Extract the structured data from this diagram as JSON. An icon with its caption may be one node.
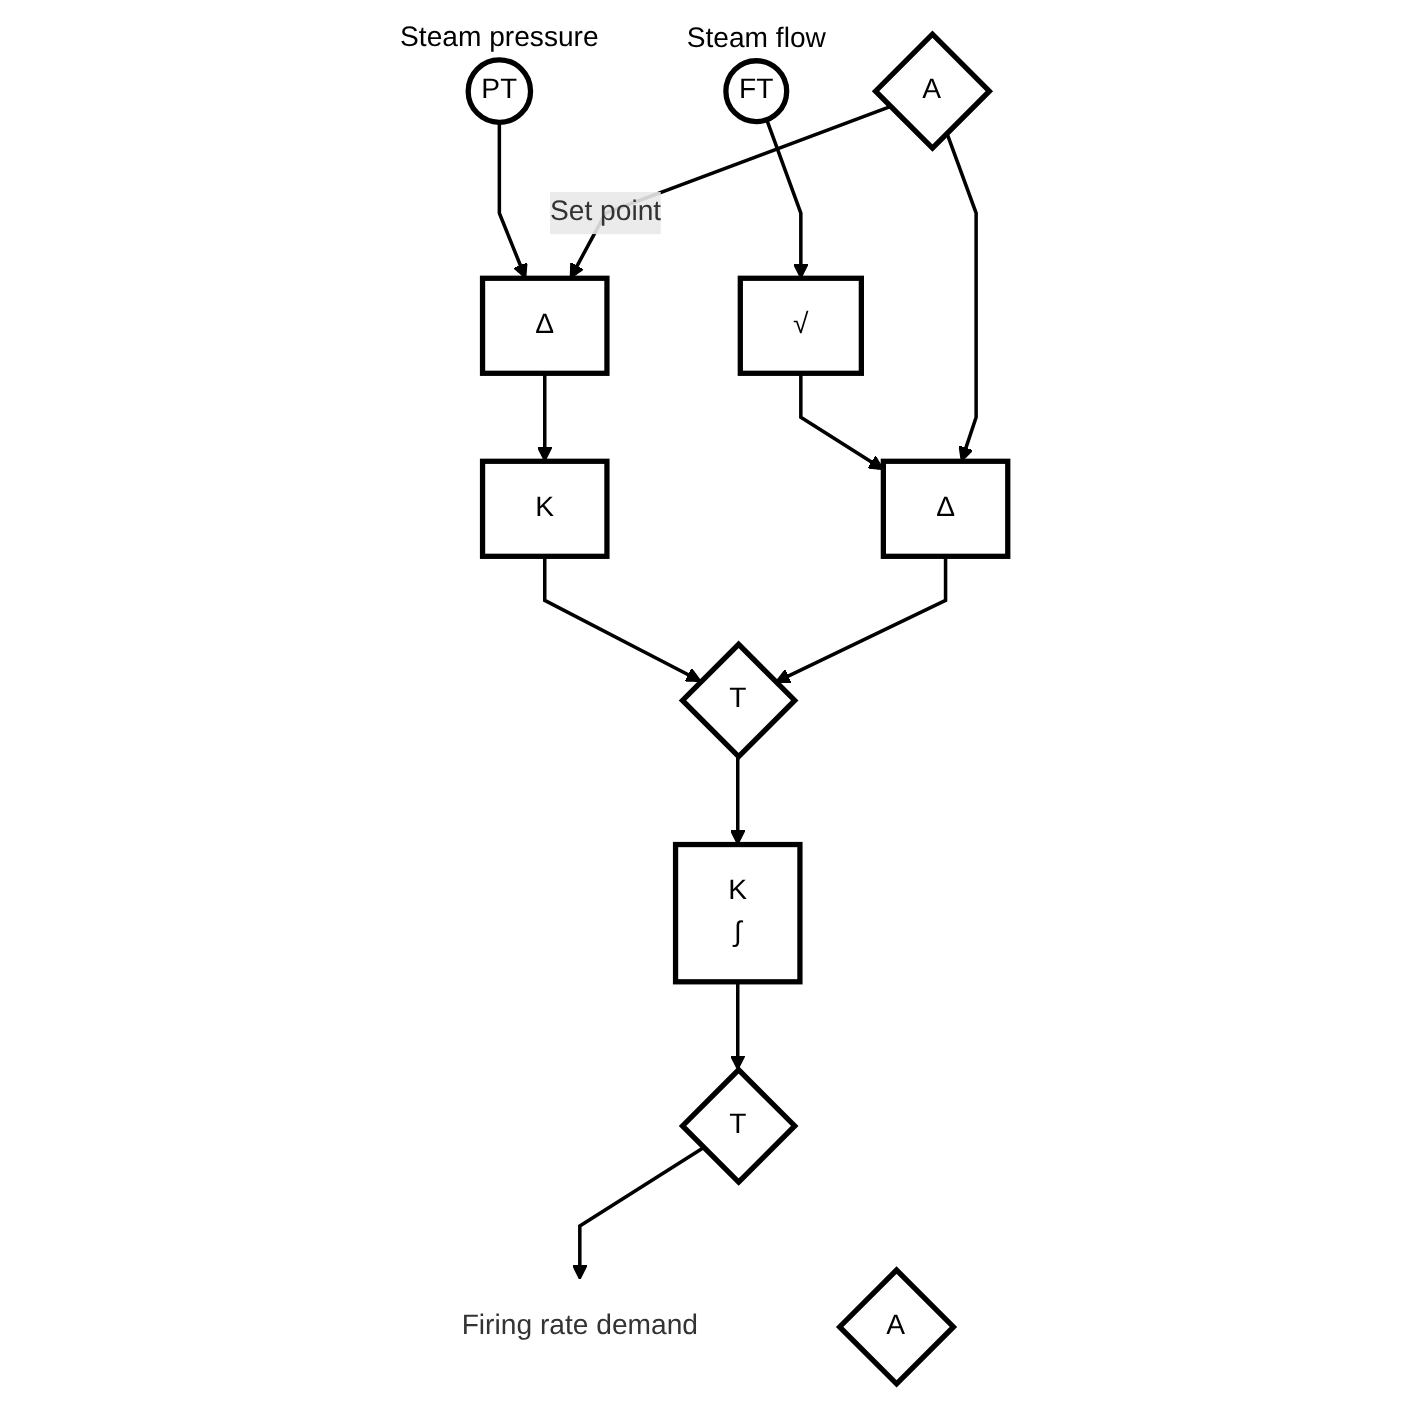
{
  "diagram": {
    "nodes": [
      {
        "text": [
          "PT"
        ],
        "beside": [
          "Steam pressure"
        ]
      },
      {
        "text": [
          "FT"
        ],
        "beside": [
          "Steam flow"
        ]
      },
      {
        "text": [
          "Δ"
        ]
      },
      {
        "text": [
          "√"
        ]
      },
      {
        "text": [
          "K"
        ]
      },
      {
        "text": [
          "Δ"
        ]
      },
      {
        "text": [
          "T"
        ]
      },
      {
        "text": [
          "K",
          "∫"
        ]
      },
      {
        "text": [
          "A"
        ]
      },
      {
        "text": [
          "T"
        ]
      },
      {
        "text": [
          "A"
        ]
      },
      {
        "text": [
          "Firing rate demand"
        ]
      }
    ],
    "edges": [
      {
        "from": 0,
        "to": 2,
        "arrow": "to"
      },
      {
        "from": 1,
        "to": 3,
        "arrow": "to"
      },
      {
        "from": 2,
        "to": 4,
        "arrow": "to"
      },
      {
        "from": 3,
        "to": 5,
        "arrow": "to"
      },
      {
        "from": 4,
        "to": 6,
        "arrow": "to"
      },
      {
        "from": 5,
        "to": 6,
        "arrow": "to"
      },
      {
        "from": 8,
        "to": 2,
        "arrow": "to",
        "label": "Set point"
      },
      {
        "from": 8,
        "to": 5,
        "arrow": "to"
      },
      {
        "from": 6,
        "to": 7,
        "arrow": "to"
      },
      {
        "from": 7,
        "to": 9,
        "arrow": "to"
      },
      {
        "from": 9,
        "to": 11,
        "arrow": "to"
      }
    ]
  }
}
